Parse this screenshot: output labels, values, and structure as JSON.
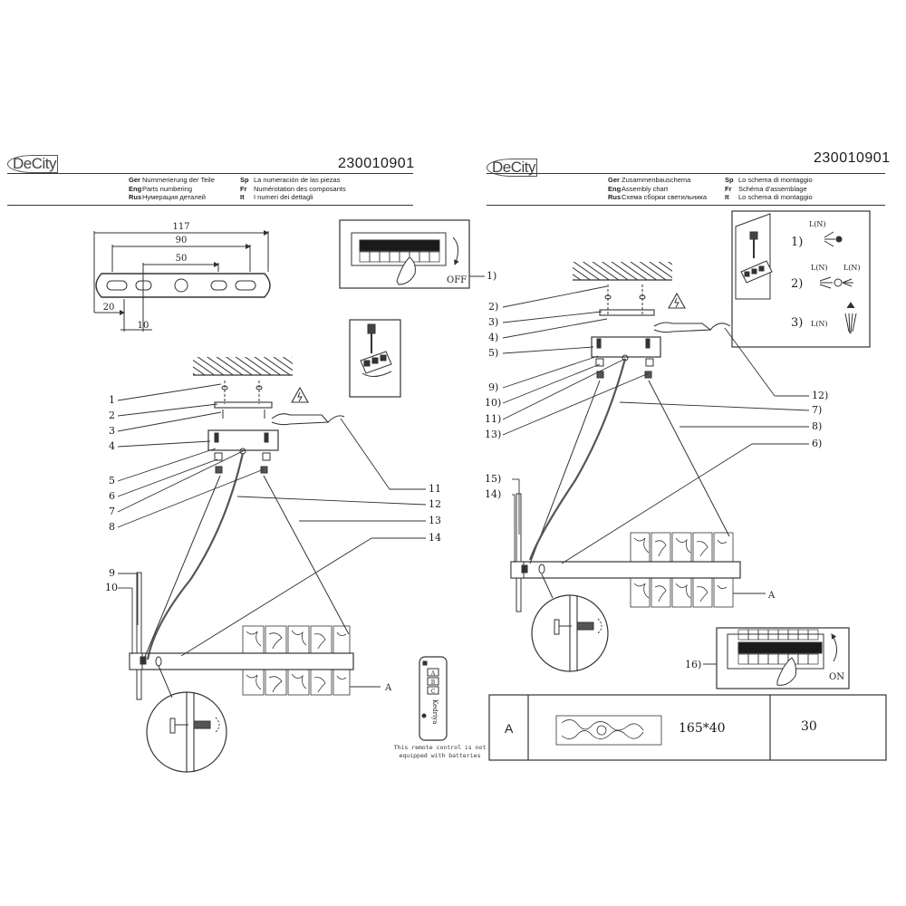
{
  "brand": "DeCity",
  "left_sheet": {
    "code": "230010901",
    "languages": [
      {
        "tag": "Ger",
        "text": "Nummerierung der Teile"
      },
      {
        "tag": "Eng",
        "text": "Parts numbering"
      },
      {
        "tag": "Rus",
        "text": "Нумерация деталей"
      },
      {
        "tag": "Sp",
        "text": "La numeración de las piezas"
      },
      {
        "tag": "Fr",
        "text": "Numérotation des composants"
      },
      {
        "tag": "It",
        "text": "I numeri dei dettagli"
      }
    ],
    "dimensions": {
      "d117": "117",
      "d90": "90",
      "d50": "50",
      "d20": "20",
      "d10": "10"
    },
    "switch_label": "OFF",
    "switch_callout": "1)",
    "parts_left": [
      "1",
      "2",
      "3",
      "4",
      "5",
      "6",
      "7",
      "8"
    ],
    "parts_left_lower": [
      "9",
      "10"
    ],
    "parts_right": [
      "11",
      "12",
      "13",
      "14"
    ],
    "part_a": "A",
    "remote_buttons": [
      "A",
      "B",
      "C"
    ],
    "remote_brand": "Kedriya",
    "remote_note": "This remote control is not equipped with batteries"
  },
  "right_sheet": {
    "code": "230010901",
    "languages": [
      {
        "tag": "Ger",
        "text": "Zusammenbauschema"
      },
      {
        "tag": "Eng",
        "text": "Assembly chart"
      },
      {
        "tag": "Rus",
        "text": "Схема сборки светильника"
      },
      {
        "tag": "Sp",
        "text": "Lo schema di montaggio"
      },
      {
        "tag": "Fr",
        "text": "Schéma d'assemblage"
      },
      {
        "tag": "It",
        "text": "Lo schema di montaggio"
      }
    ],
    "wiring_steps": [
      "1)",
      "2)",
      "3)"
    ],
    "wire_labels": {
      "ln1": "L(N)",
      "ln2a": "L(N)",
      "ln2b": "L(N)",
      "ln3": "L(N)"
    },
    "parts_left": [
      "2)",
      "3)",
      "4)",
      "5)",
      "9)",
      "10)",
      "11)",
      "13)"
    ],
    "parts_right": [
      "12)",
      "7)",
      "8)",
      "6)"
    ],
    "parts_side": [
      "15)",
      "14)"
    ],
    "part_a": "A",
    "switch_label": "ON",
    "switch_callout": "16)",
    "table": {
      "col1": "A",
      "col2": "165*40",
      "col3": "30"
    }
  }
}
